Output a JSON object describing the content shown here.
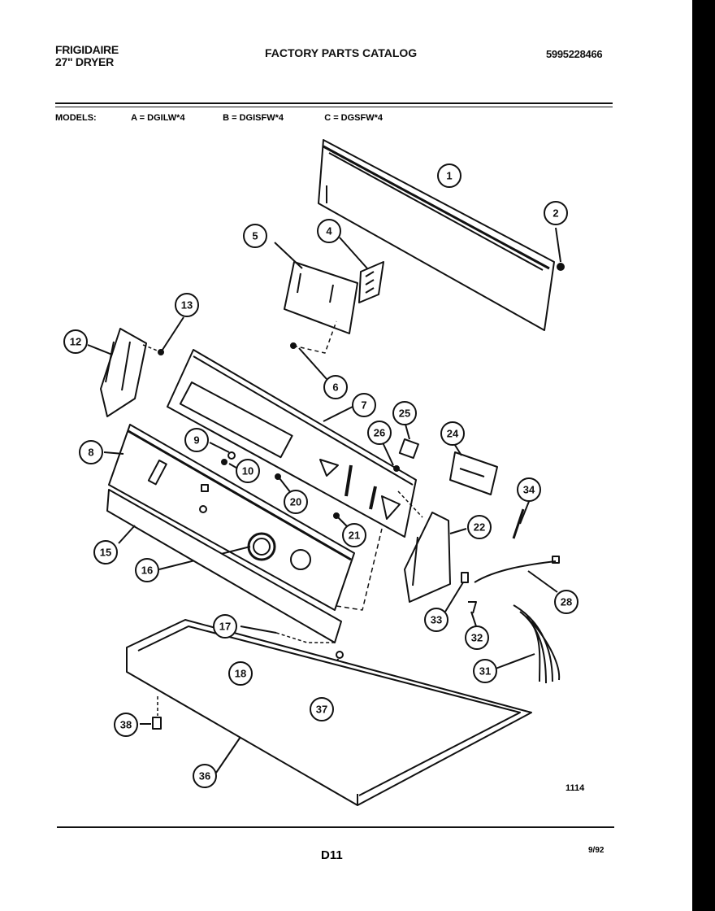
{
  "header": {
    "brand_line1": "FRIGIDAIRE",
    "brand_line2": "27\" DRYER",
    "catalog_title": "FACTORY PARTS CATALOG",
    "part_number": "5995228466"
  },
  "models": {
    "label": "MODELS:",
    "a": "A = DGILW*4",
    "b": "B = DGISFW*4",
    "c": "C = DGSFW*4"
  },
  "figure_number": "1114",
  "footer": {
    "page_code": "D11",
    "date": "9/92"
  },
  "callouts": [
    "1",
    "2",
    "4",
    "5",
    "6",
    "7",
    "8",
    "9",
    "10",
    "12",
    "13",
    "15",
    "16",
    "17",
    "18",
    "20",
    "21",
    "22",
    "24",
    "25",
    "26",
    "28",
    "31",
    "32",
    "33",
    "34",
    "36",
    "37",
    "38"
  ]
}
